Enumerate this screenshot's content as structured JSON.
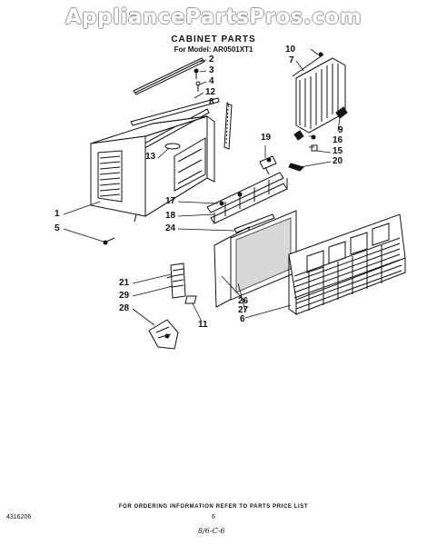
{
  "watermark": "AppliancePartsPros.com",
  "header": {
    "title": "CABINET PARTS",
    "subtitle": "For Model: AR0501XT1"
  },
  "callouts": {
    "c10": "10",
    "c7": "7",
    "c2": "2",
    "c3": "3",
    "c4": "4",
    "c12": "12",
    "c8": "8",
    "c9": "9",
    "c16": "16",
    "c15": "15",
    "c20": "20",
    "c19": "19",
    "c13": "13",
    "c17": "17",
    "c18": "18",
    "c24": "24",
    "c1": "1",
    "c5": "5",
    "c21": "21",
    "c29": "29",
    "c28": "28",
    "c11": "11",
    "c26": "26",
    "c27": "27",
    "c6": "6"
  },
  "footer": {
    "ordering_note": "FOR ORDERING INFORMATION REFER TO PARTS PRICE LIST",
    "doc_number": "4316206",
    "page_number": "6",
    "handwritten": "8/6-C-6"
  }
}
